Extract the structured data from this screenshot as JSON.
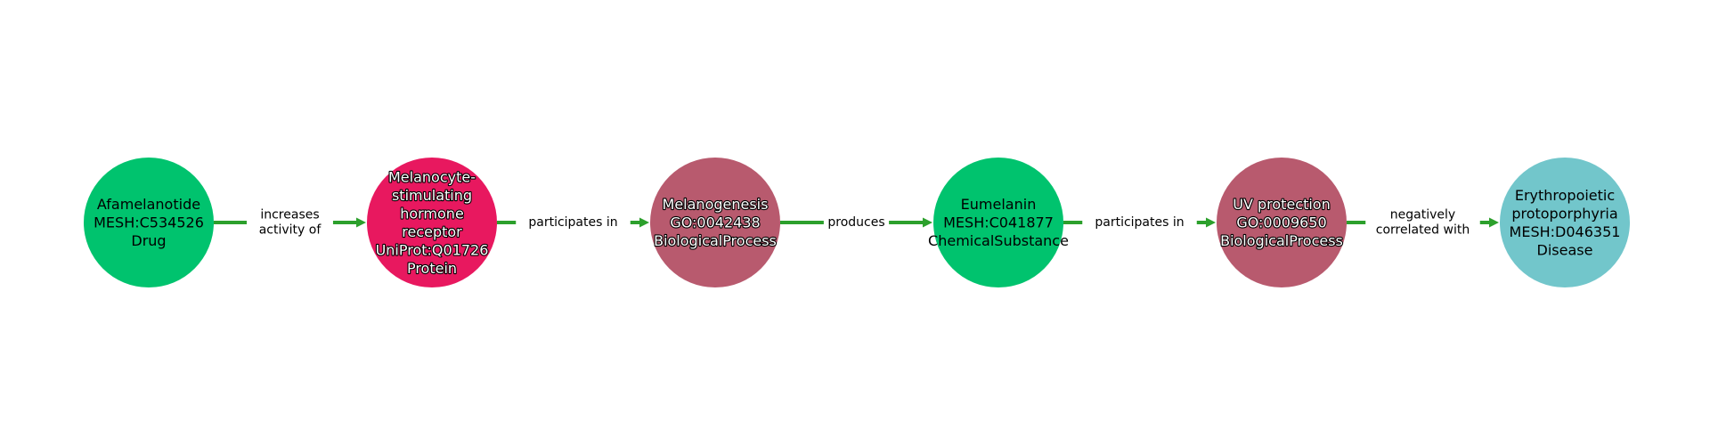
{
  "colors": {
    "edge": "#2ca02c",
    "background": "#ffffff"
  },
  "nodes": [
    {
      "id": "n1",
      "lines": [
        "Afamelanotide",
        "MESH:C534526",
        "Drug"
      ],
      "color": "#00c36e",
      "text_style": "dark"
    },
    {
      "id": "n2",
      "lines": [
        "Melanocyte-",
        "stimulating",
        "hormone",
        "receptor",
        "UniProt:Q01726",
        "Protein"
      ],
      "color": "#e8185f",
      "text_style": "light"
    },
    {
      "id": "n3",
      "lines": [
        "Melanogenesis",
        "GO:0042438",
        "BiologicalProcess"
      ],
      "color": "#b85a6e",
      "text_style": "light"
    },
    {
      "id": "n4",
      "lines": [
        "Eumelanin",
        "MESH:C041877",
        "ChemicalSubstance"
      ],
      "color": "#00c36e",
      "text_style": "dark"
    },
    {
      "id": "n5",
      "lines": [
        "UV protection",
        "GO:0009650",
        "BiologicalProcess"
      ],
      "color": "#b85a6e",
      "text_style": "light"
    },
    {
      "id": "n6",
      "lines": [
        "Erythropoietic",
        "protoporphyria",
        "MESH:D046351",
        "Disease"
      ],
      "color": "#72c6cb",
      "text_style": "dark"
    }
  ],
  "edges": [
    {
      "from": "n1",
      "to": "n2",
      "lines": [
        "increases",
        "activity of"
      ]
    },
    {
      "from": "n2",
      "to": "n3",
      "lines": [
        "participates in"
      ]
    },
    {
      "from": "n3",
      "to": "n4",
      "lines": [
        "produces"
      ]
    },
    {
      "from": "n4",
      "to": "n5",
      "lines": [
        "participates in"
      ]
    },
    {
      "from": "n5",
      "to": "n6",
      "lines": [
        "negatively",
        "correlated with"
      ]
    }
  ]
}
